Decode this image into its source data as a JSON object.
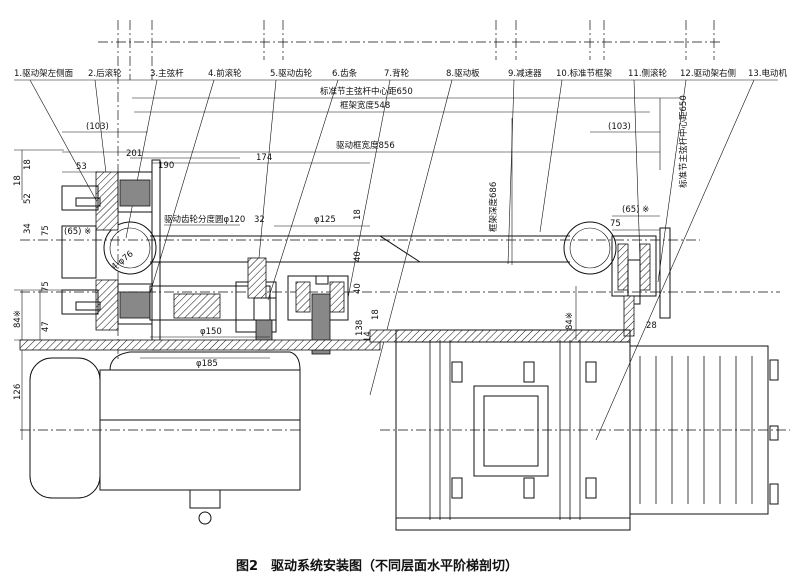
{
  "caption": "图2　驱动系统安装图（不同层面水平阶梯剖切）",
  "callouts": [
    {
      "id": "c1",
      "label": "1.驱动架左侧面"
    },
    {
      "id": "c2",
      "label": "2.后滚轮"
    },
    {
      "id": "c3",
      "label": "3.主弦杆"
    },
    {
      "id": "c4",
      "label": "4.前滚轮"
    },
    {
      "id": "c5",
      "label": "5.驱动齿轮"
    },
    {
      "id": "c6",
      "label": "6.齿条"
    },
    {
      "id": "c7",
      "label": "7.背轮"
    },
    {
      "id": "c8",
      "label": "8.驱动板"
    },
    {
      "id": "c9",
      "label": "9.减速器"
    },
    {
      "id": "c10",
      "label": "10.标准节框架"
    },
    {
      "id": "c11",
      "label": "11.侧滚轮"
    },
    {
      "id": "c12",
      "label": "12.驱动架右侧"
    },
    {
      "id": "c13",
      "label": "13.电动机"
    }
  ],
  "dimensions": {
    "center650": "标准节主弦杆中心距650",
    "width548": "框架宽度548",
    "width856": "驱动框宽度856",
    "d103_left": "(103)",
    "d201": "201",
    "d190": "190",
    "d174": "174",
    "d53": "53",
    "d18a": "18",
    "d18b": "18",
    "d52": "52",
    "d34": "34",
    "d75a": "75",
    "d65_left": "(65) ※",
    "d75b": "75",
    "d47": "47",
    "d84_left": "84※",
    "d126": "126",
    "dia76": "4-φ76",
    "pitch120": "驱动齿轮分度圆φ120",
    "d32": "32",
    "dia125": "φ125",
    "d18c": "18",
    "d40a": "40",
    "d40b": "40",
    "dia150": "φ150",
    "dia185": "φ185",
    "d138": "138",
    "d14": "14",
    "d18d": "18",
    "depth686": "框架深度686",
    "d84_right": "84※",
    "d103_right": "(103)",
    "d65_right": "(65) ※",
    "d75c": "75",
    "d28": "28",
    "center650_v": "标准节主弦杆中心距650"
  }
}
